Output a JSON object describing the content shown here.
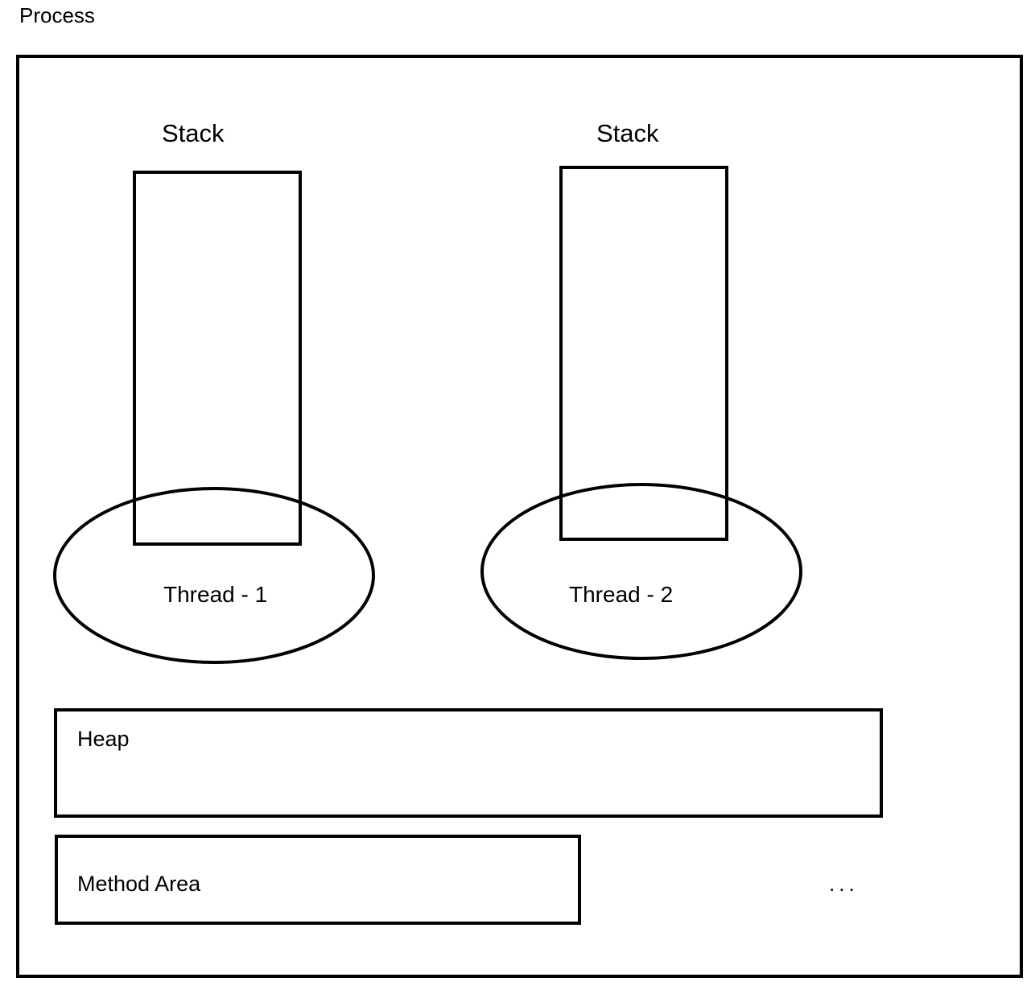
{
  "diagram": {
    "process": {
      "label": "Process"
    },
    "threads": [
      {
        "stack_label": "Stack",
        "thread_label": "Thread - 1"
      },
      {
        "stack_label": "Stack",
        "thread_label": "Thread - 2"
      }
    ],
    "heap": {
      "label": "Heap"
    },
    "method_area": {
      "label": "Method Area"
    },
    "more": {
      "label": "..."
    }
  },
  "colors": {
    "stroke": "#000000",
    "background": "#ffffff"
  }
}
